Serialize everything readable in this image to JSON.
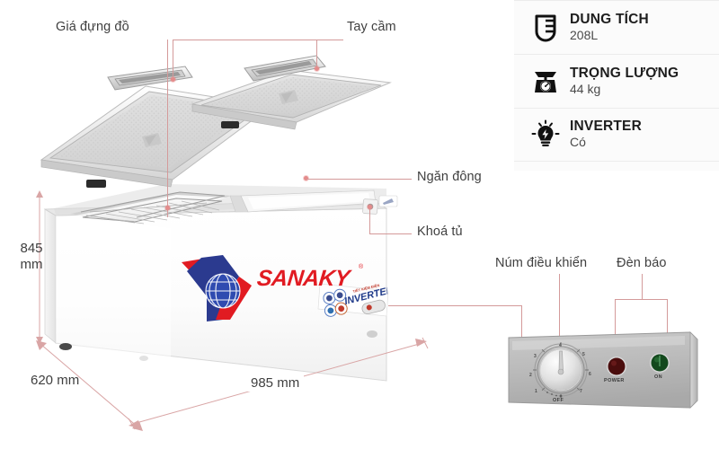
{
  "product": {
    "brand": "SANAKY",
    "brand_tm": "®",
    "badge": "INVERTER"
  },
  "callouts": [
    {
      "id": "rack",
      "label": "Giá đựng đồ"
    },
    {
      "id": "handle",
      "label": "Tay cầm"
    },
    {
      "id": "freezer",
      "label": "Ngăn đông"
    },
    {
      "id": "lock",
      "label": "Khoá tủ"
    },
    {
      "id": "knob",
      "label": "Núm điều khiển"
    },
    {
      "id": "indicator",
      "label": "Đèn báo"
    }
  ],
  "dimensions": {
    "height_line1": "845",
    "height_line2": "mm",
    "depth": "620 mm",
    "width": "985 mm"
  },
  "specs": [
    {
      "icon": "beaker-icon",
      "title": "DUNG TÍCH",
      "value": "208L"
    },
    {
      "icon": "scale-icon",
      "title": "TRỌNG LƯỢNG",
      "value": "44 kg"
    },
    {
      "icon": "bulb-icon",
      "title": "INVERTER",
      "value": "Có"
    }
  ],
  "control_panel": {
    "knob_numbers": [
      "1",
      "2",
      "3",
      "4",
      "5",
      "6",
      "7"
    ],
    "off_label": "OFF",
    "power_label": "POWER",
    "on_label": "ON",
    "power_color": "#4a0d0d",
    "on_color": "#13491d"
  },
  "colors": {
    "leader": "#d49a9a",
    "dot": "#e48b8b",
    "text": "#3f3f3f",
    "brand_red": "#e11b22",
    "brand_blue": "#2b3a8f",
    "panel_bg": "#fbfbfb"
  }
}
